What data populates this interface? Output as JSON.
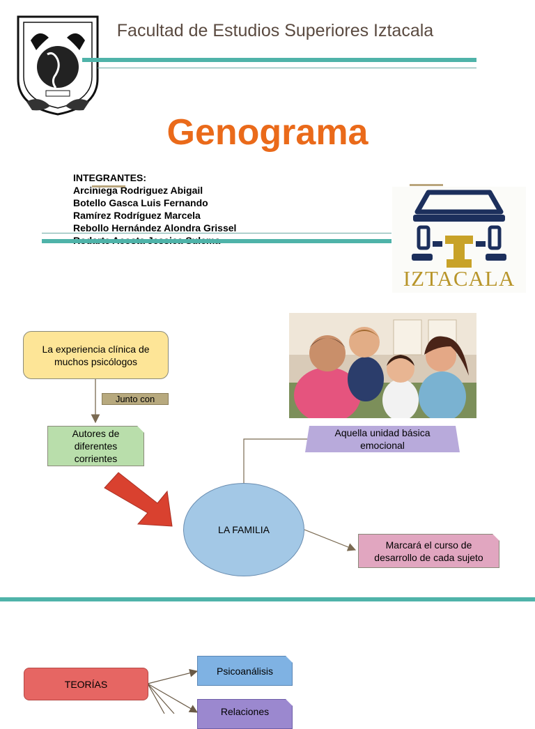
{
  "header": {
    "title": "Facultad de Estudios Superiores Iztacala"
  },
  "document": {
    "title": "Genograma"
  },
  "members": {
    "heading": "INTEGRANTES:",
    "names": [
      "Arciniega Rodriguez Abigail",
      "Botello Gasca Luis Fernando",
      "Ramírez Rodríguez Marcela",
      "Rebollo Hernández Alondra Grissel",
      "Rodarte Acosta Jessica Sulema"
    ]
  },
  "logos": {
    "iztacala_text": "IZTACALA"
  },
  "diagram": {
    "experience": "La experiencia clínica de muchos psicólogos",
    "together": "Junto con",
    "authors": "Autores de diferentes corrientes",
    "family": "LA FAMILIA",
    "basic_unit": "Aquella unidad básica emocional",
    "course": "Marcará el curso de desarrollo de cada sujeto"
  },
  "theories": {
    "label": "TEORÍAS",
    "items": [
      "Psicoanálisis",
      "Relaciones"
    ]
  },
  "colors": {
    "accent_orange": "#ea6a1a",
    "teal_rule": "#4fb3a9"
  }
}
